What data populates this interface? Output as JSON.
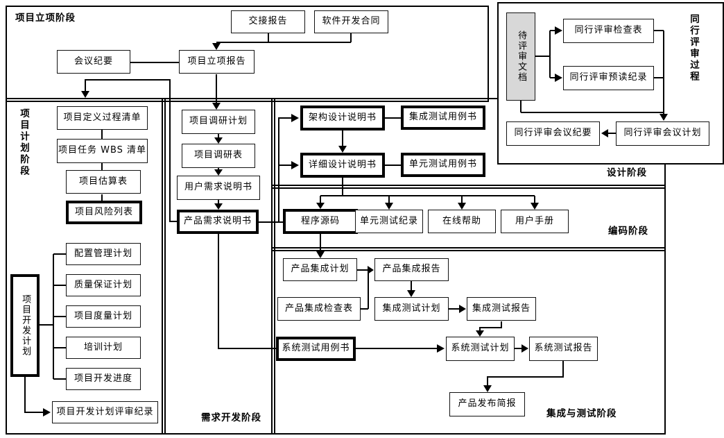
{
  "colors": {
    "line": "#000000",
    "box_fill": "#ffffff",
    "highlight_fill": "#d8d8d8",
    "bold_border": "#000000"
  },
  "phases": {
    "initiation": "项目立项阶段",
    "planning": "项目计划阶段",
    "requirements": "需求开发阶段",
    "design": "设计阶段",
    "coding": "编码阶段",
    "integration": "集成与测试阶段",
    "peer_review": "同行评审过程"
  },
  "boxes": {
    "handover_report": "交接报告",
    "dev_contract": "软件开发合同",
    "meeting_minutes": "会议纪要",
    "initiation_report": "项目立项报告",
    "process_def_list": "项目定义过程清单",
    "wbs_list": "项目任务 WBS 清单",
    "estimate_sheet": "项目估算表",
    "risk_list": "项目风险列表",
    "dev_plan": "项目开发计划",
    "config_mgmt_plan": "配置管理计划",
    "qa_plan": "质量保证计划",
    "metrics_plan": "项目度量计划",
    "training_plan": "培训计划",
    "dev_schedule": "项目开发进度",
    "dev_plan_review": "项目开发计划评审纪录",
    "survey_plan": "项目调研计划",
    "survey_form": "项目调研表",
    "user_requirements": "用户需求说明书",
    "product_requirements": "产品需求说明书",
    "arch_design_spec": "架构设计说明书",
    "integration_test_cases": "集成测试用例书",
    "detail_design_spec": "详细设计说明书",
    "unit_test_cases": "单元测试用例书",
    "source_code": "程序源码",
    "unit_test_record": "单元测试纪录",
    "online_help": "在线帮助",
    "user_manual": "用户手册",
    "product_integration_plan": "产品集成计划",
    "product_integration_report": "产品集成报告",
    "product_integration_checklist": "产品集成检查表",
    "integration_test_plan": "集成测试计划",
    "integration_test_report": "集成测试报告",
    "system_test_cases": "系统测试用例书",
    "system_test_plan": "系统测试计划",
    "system_test_report": "系统测试报告",
    "release_brief": "产品发布简报",
    "doc_under_review": "待评审文档",
    "peer_review_checklist": "同行评审检查表",
    "peer_review_preread": "同行评审预读纪录",
    "peer_review_meeting_plan": "同行评审会议计划",
    "peer_review_meeting_minutes": "同行评审会议纪要"
  }
}
